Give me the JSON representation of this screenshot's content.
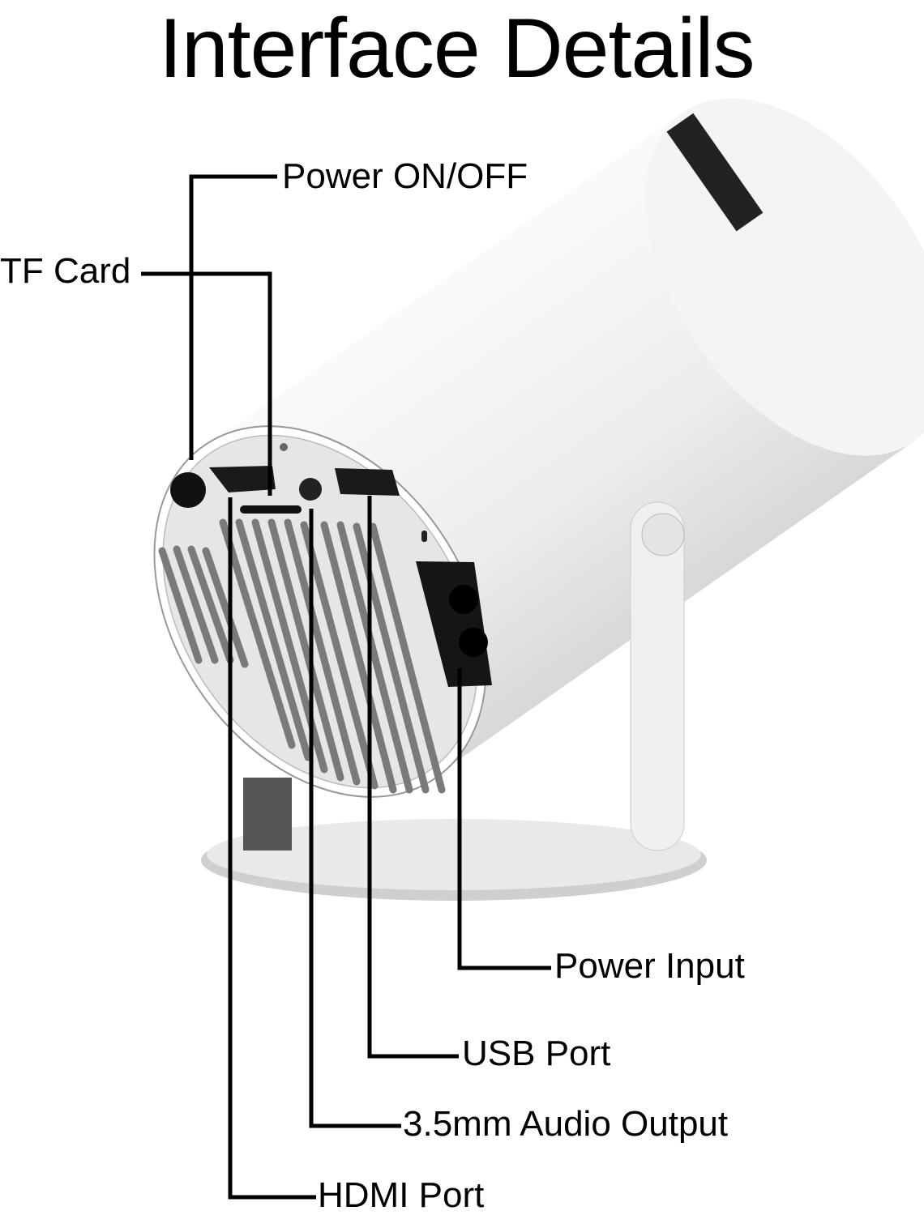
{
  "title": "Interface Details",
  "labels": {
    "power_button": "Power ON/OFF",
    "tf_card": "TF Card",
    "hdmi": "HDMI Port",
    "audio": "3.5mm Audio Output",
    "usb": "USB Port",
    "power_input": "Power Input"
  },
  "colors": {
    "line": "#000000",
    "body": "#f2f2f2",
    "vent": "#7a7a7a",
    "port": "#1a1a1a"
  }
}
